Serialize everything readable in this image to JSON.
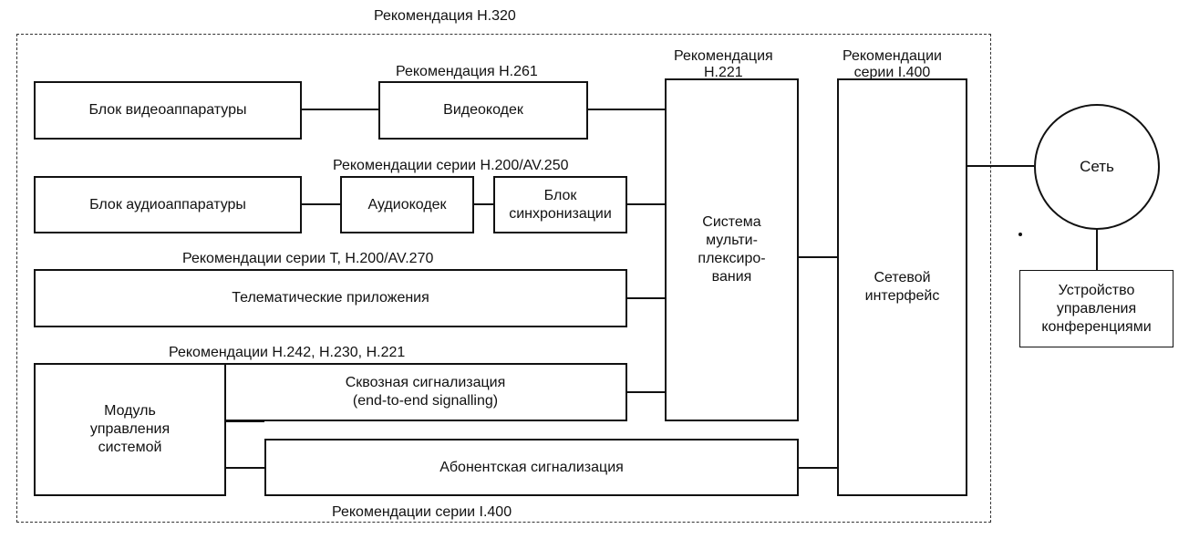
{
  "boundary_label": "Рекомендация H.320",
  "recommendations": {
    "h261": "Рекомендация H.261",
    "h221": "Рекомендация\nH.221",
    "i400_top": "Рекомендации\nсерии I.400",
    "h200_av250": "Рекомендации серии H.200/AV.250",
    "t_h200_av270": "Рекомендации серии T, H.200/AV.270",
    "h242_h230_h221": "Рекомендации H.242, H.230, H.221",
    "i400_bottom": "Рекомендации серии I.400"
  },
  "blocks": {
    "video_equipment": "Блок видеоаппаратуры",
    "video_codec": "Видеокодек",
    "audio_equipment": "Блок аудиоаппаратуры",
    "audio_codec": "Аудиокодек",
    "sync_block": "Блок\nсинхронизации",
    "telematic": "Телематические приложения",
    "end_to_end": "Сквозная сигнализация\n(end-to-end signalling)",
    "system_control": "Модуль\nуправления\nсистемой",
    "subscriber_signalling": "Абонентская сигнализация",
    "multiplex": "Система\nмульти-\nплексиро-\nвания",
    "network_interface": "Сетевой\nинтерфейс",
    "network": "Сеть",
    "conference_control": "Устройство\nуправления\nконференциями"
  }
}
